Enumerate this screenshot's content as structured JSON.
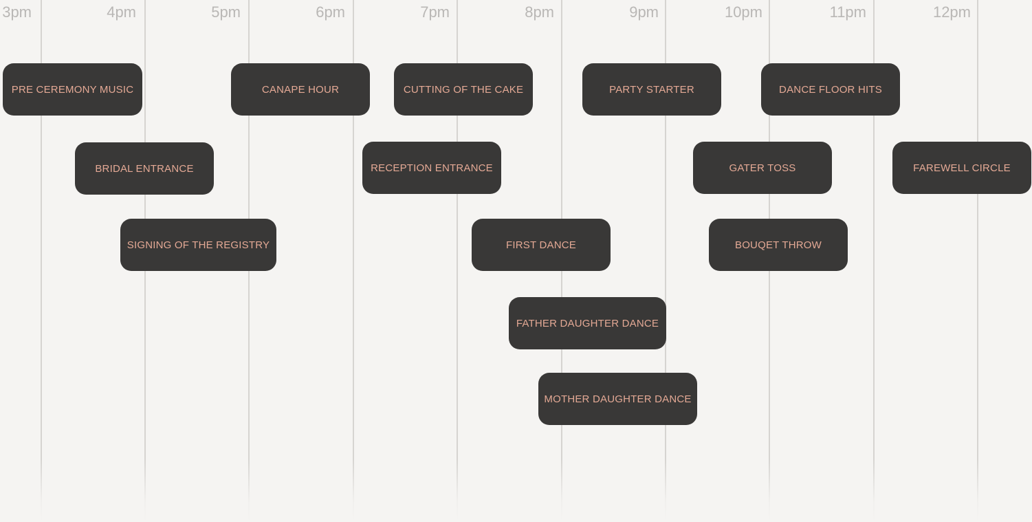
{
  "hours": [
    "3pm",
    "4pm",
    "5pm",
    "6pm",
    "7pm",
    "8pm",
    "9pm",
    "10pm",
    "11pm",
    "12pm"
  ],
  "events": [
    {
      "label": "PRE CEREMONY MUSIC"
    },
    {
      "label": "CANAPE HOUR"
    },
    {
      "label": "CUTTING OF THE CAKE"
    },
    {
      "label": "PARTY STARTER"
    },
    {
      "label": "DANCE FLOOR HITS"
    },
    {
      "label": "BRIDAL ENTRANCE"
    },
    {
      "label": "RECEPTION ENTRANCE"
    },
    {
      "label": "GATER TOSS"
    },
    {
      "label": "FAREWELL CIRCLE"
    },
    {
      "label": "SIGNING OF THE REGISTRY"
    },
    {
      "label": "FIRST DANCE"
    },
    {
      "label": "BOUQET THROW"
    },
    {
      "label": "FATHER DAUGHTER DANCE"
    },
    {
      "label": "MOTHER DAUGHTER DANCE"
    }
  ],
  "colors": {
    "background": "#f5f4f2",
    "event_fill": "#393837",
    "event_text": "#e4a995",
    "hour_text": "#b9b7b5",
    "grid_line": "#d6d4d1"
  }
}
